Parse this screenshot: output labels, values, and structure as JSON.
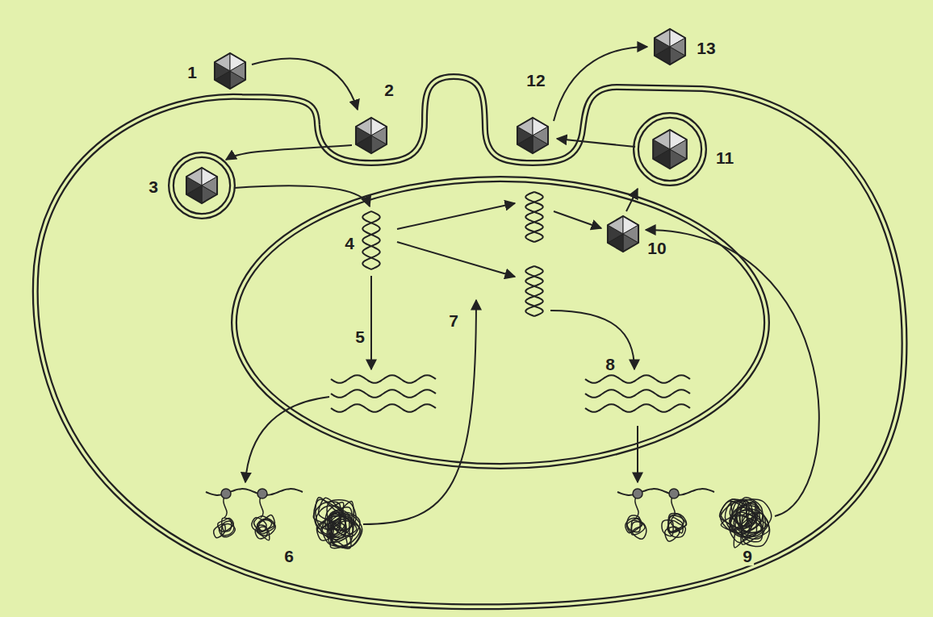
{
  "diagram": {
    "labels": [
      "1",
      "2",
      "3",
      "4",
      "5",
      "6",
      "7",
      "8",
      "9",
      "10",
      "11",
      "12",
      "13"
    ]
  }
}
